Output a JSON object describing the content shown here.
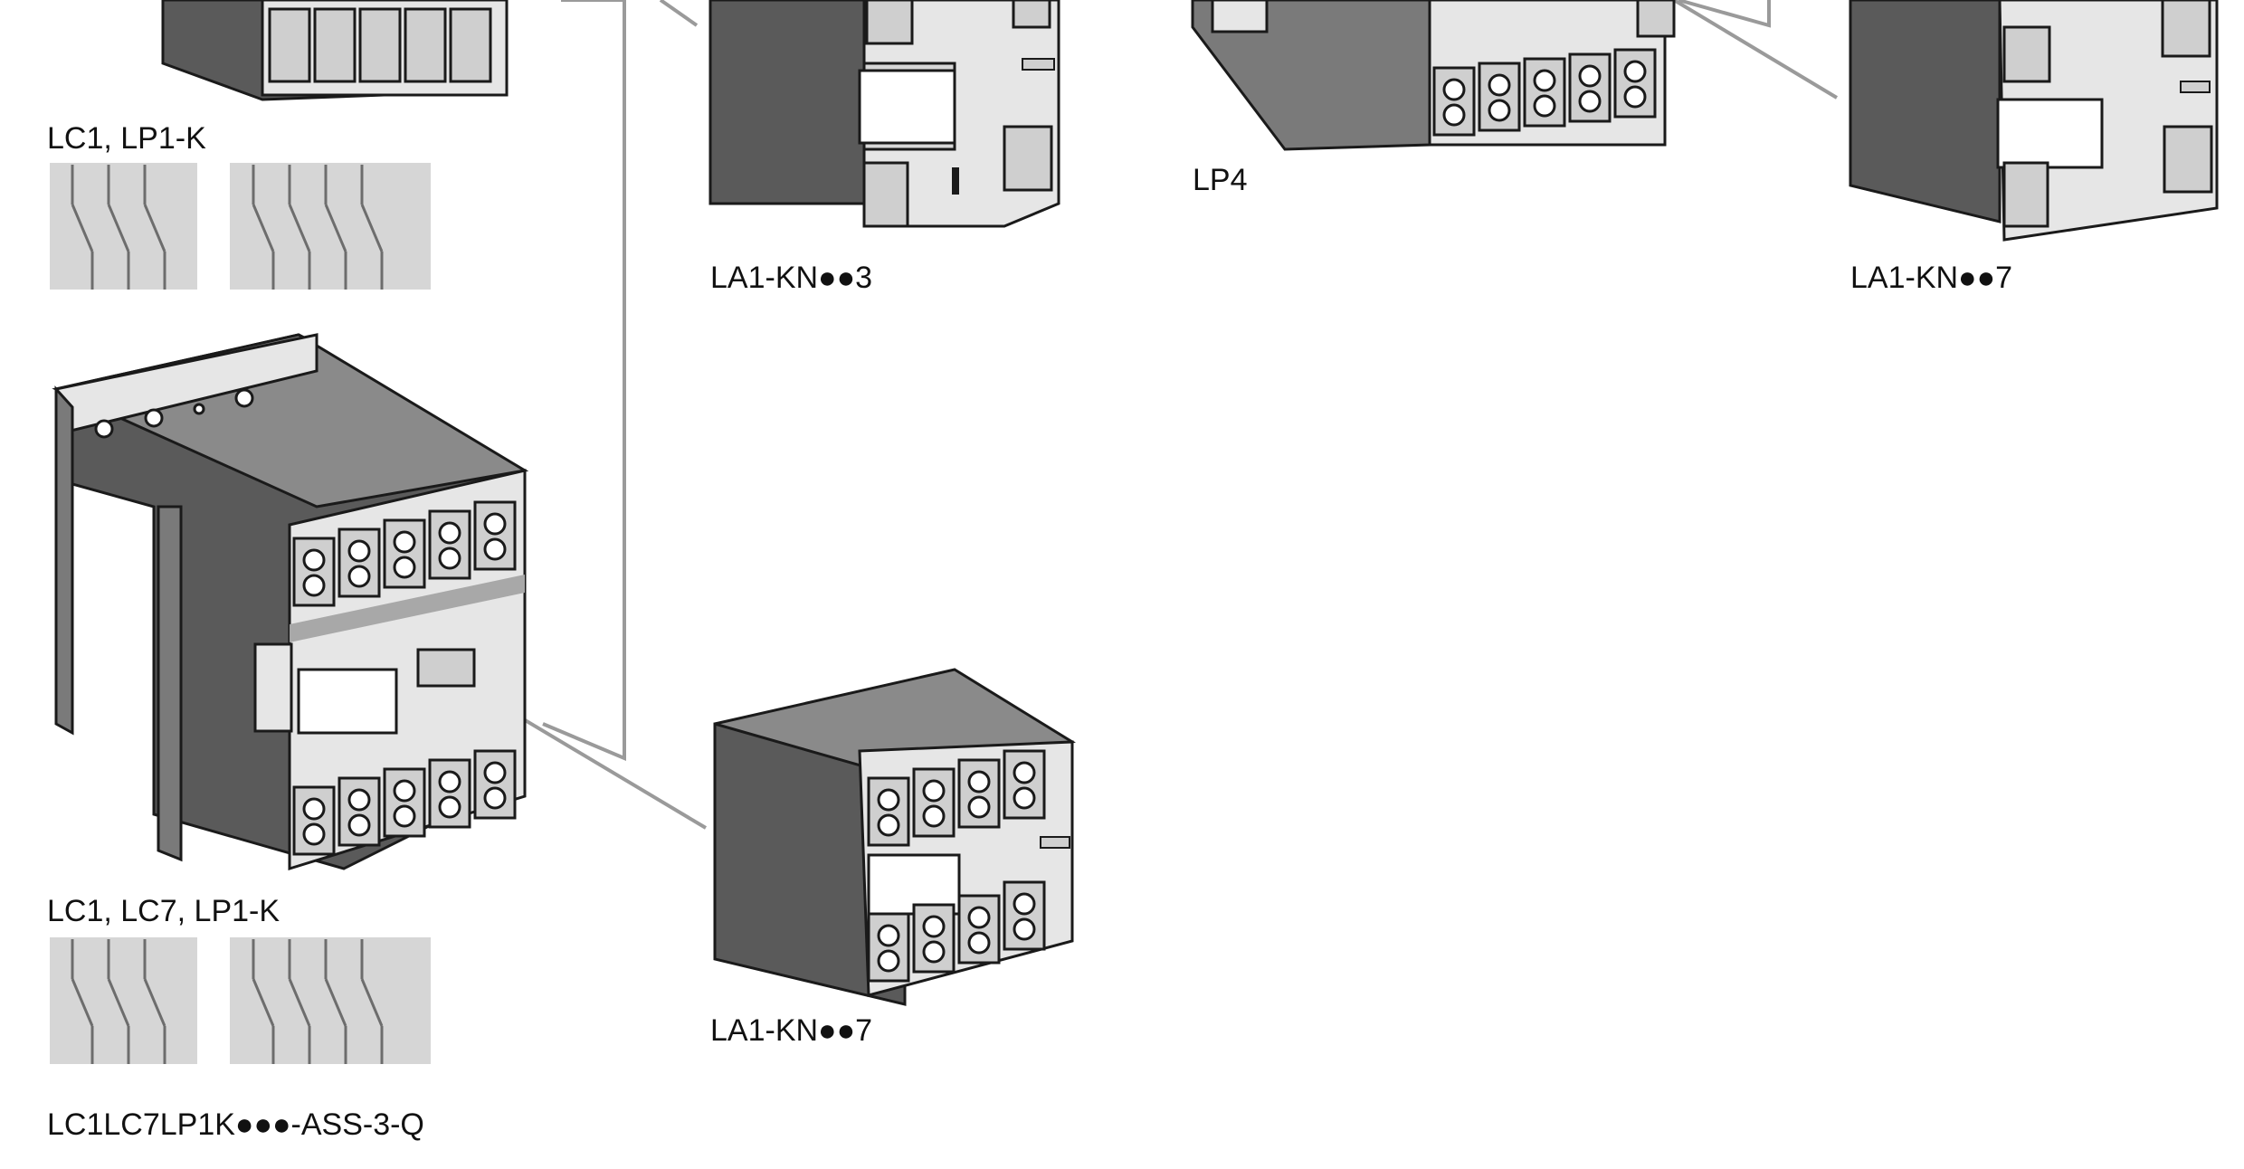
{
  "labels": {
    "lc1_lp1k": "LC1, LP1-K",
    "la1_kn3": "LA1-KN●●3",
    "lp4": "LP4",
    "la1_kn7_right": "LA1-KN●●7",
    "lc1_lc7_lp1k": "LC1, LC7, LP1-K",
    "la1_kn7_bottom": "LA1-KN●●7",
    "assembly": "LC1LC7LP1K●●●-ASS-3-Q"
  },
  "colors": {
    "housing_dark": "#5a5a5a",
    "housing_mid": "#7a7a7a",
    "housing_light": "#e6e6e6",
    "terminal": "#cfcfcf",
    "outline": "#1a1a1a",
    "symbol_bg": "#d6d6d6",
    "connector_line": "#9a9a9a"
  }
}
